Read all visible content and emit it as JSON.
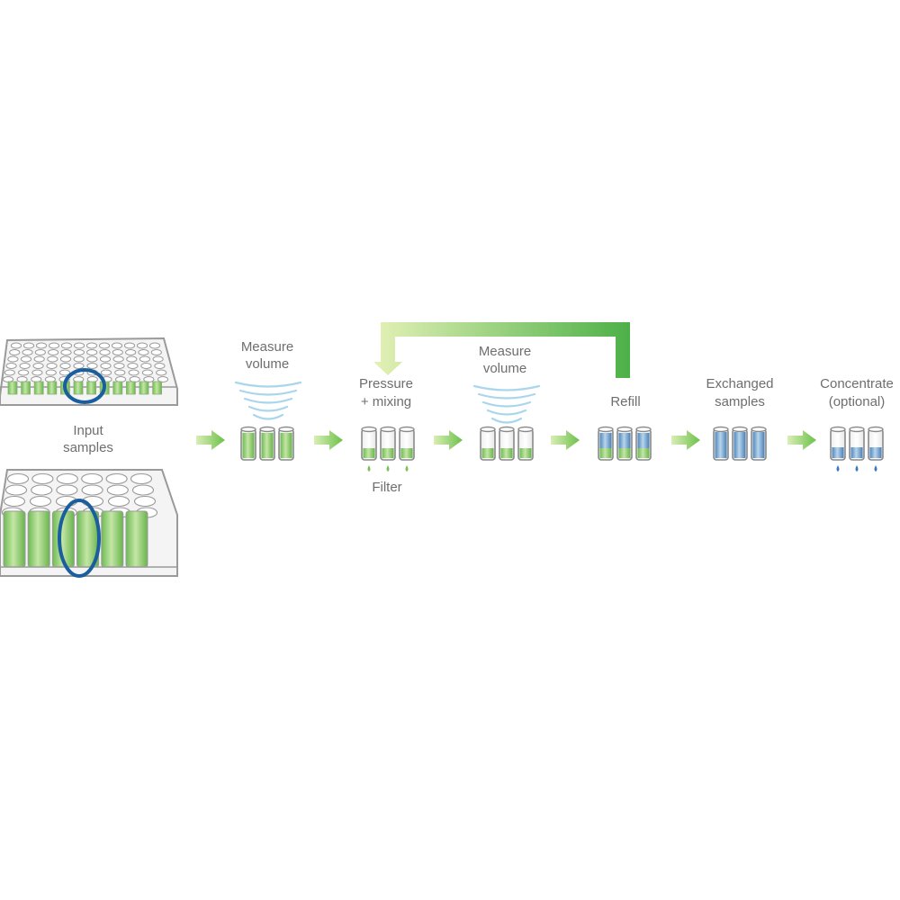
{
  "labels": {
    "input_line1": "Input",
    "input_line2": "samples",
    "measure1_line1": "Measure",
    "measure1_line2": "volume",
    "pressure_line1": "Pressure",
    "pressure_line2": "+ mixing",
    "filter": "Filter",
    "measure2_line1": "Measure",
    "measure2_line2": "volume",
    "refill": "Refill",
    "exchanged_line1": "Exchanged",
    "exchanged_line2": "samples",
    "concentrate_line1": "Concentrate",
    "concentrate_line2": "(optional)"
  },
  "colors": {
    "green": "#5cb948",
    "light_green": "#cfe9a4",
    "blue": "#1a5e9e",
    "blue_fluid": "#6fa3cf",
    "gray": "#8a8a8a",
    "wave": "#a9d6ec"
  }
}
